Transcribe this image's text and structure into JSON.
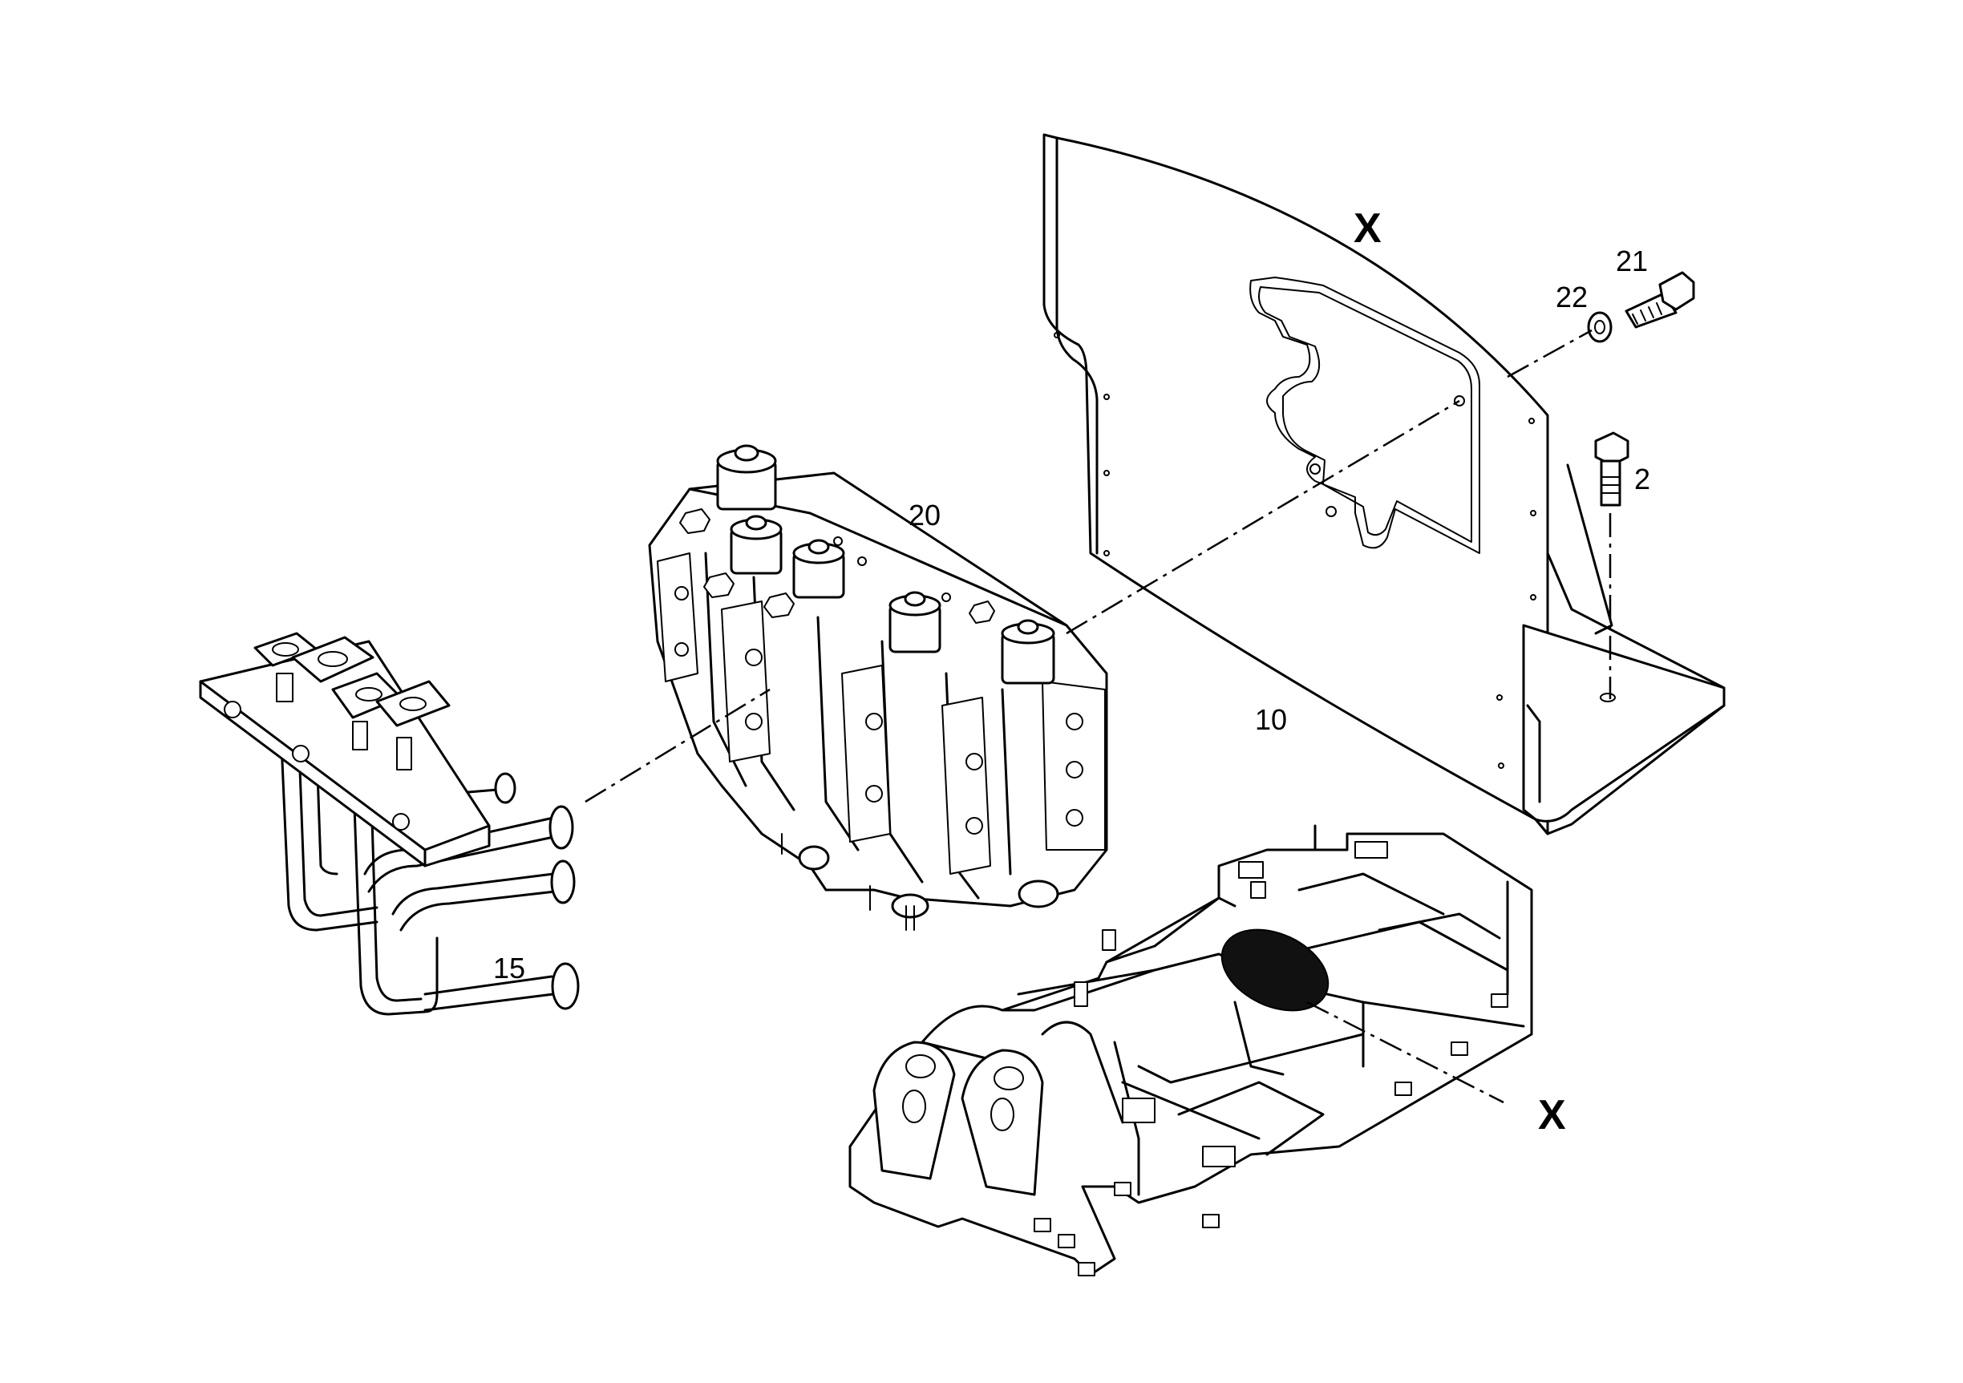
{
  "labels": {
    "plate": "10",
    "tube_assembly": "15",
    "control_valve": "20",
    "bolt_horizontal": "21",
    "washer": "22",
    "bolt_vertical": "2",
    "view_marker_top": "X",
    "view_marker_bottom": "X"
  }
}
